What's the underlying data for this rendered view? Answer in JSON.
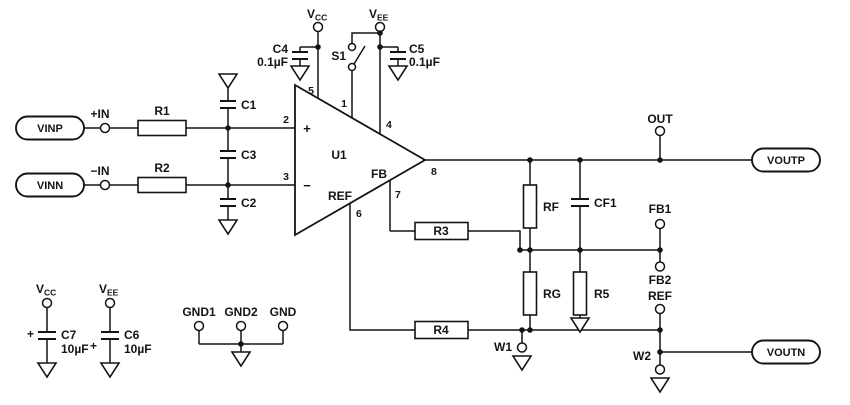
{
  "schematic": {
    "connectors": {
      "vinp": "VINP",
      "vinn": "VINN",
      "voutp": "VOUTP",
      "voutn": "VOUTN"
    },
    "inputs": {
      "plus": "+IN",
      "minus": "−IN"
    },
    "supplies": {
      "vcc": "V",
      "vcc_sub": "CC",
      "vee": "V",
      "vee_sub": "EE"
    },
    "opamp": {
      "refdes": "U1",
      "plus": "+",
      "minus": "−",
      "fb": "FB",
      "ref": "REF",
      "pin1": "1",
      "pin2": "2",
      "pin3": "3",
      "pin4": "4",
      "pin5": "5",
      "pin6": "6",
      "pin7": "7",
      "pin8": "8"
    },
    "resistors": {
      "r1": "R1",
      "r2": "R2",
      "r3": "R3",
      "r4": "R4",
      "r5": "R5",
      "rf": "RF",
      "rg": "RG"
    },
    "capacitors": {
      "c1": "C1",
      "c2": "C2",
      "c3": "C3",
      "c4": "C4",
      "c4_value": "0.1µF",
      "c5": "C5",
      "c5_value": "0.1µF",
      "c6": "C6",
      "c6_value": "10µF",
      "c6_polarity": "+",
      "c7": "C7",
      "c7_value": "10µF",
      "c7_polarity": "+",
      "cf1": "CF1"
    },
    "switch": {
      "s1": "S1"
    },
    "testpoints": {
      "out": "OUT",
      "fb1": "FB1",
      "fb2": "FB2",
      "ref": "REF",
      "w1": "W1",
      "w2": "W2",
      "gnd1": "GND1",
      "gnd2": "GND2",
      "gnd": "GND"
    }
  }
}
